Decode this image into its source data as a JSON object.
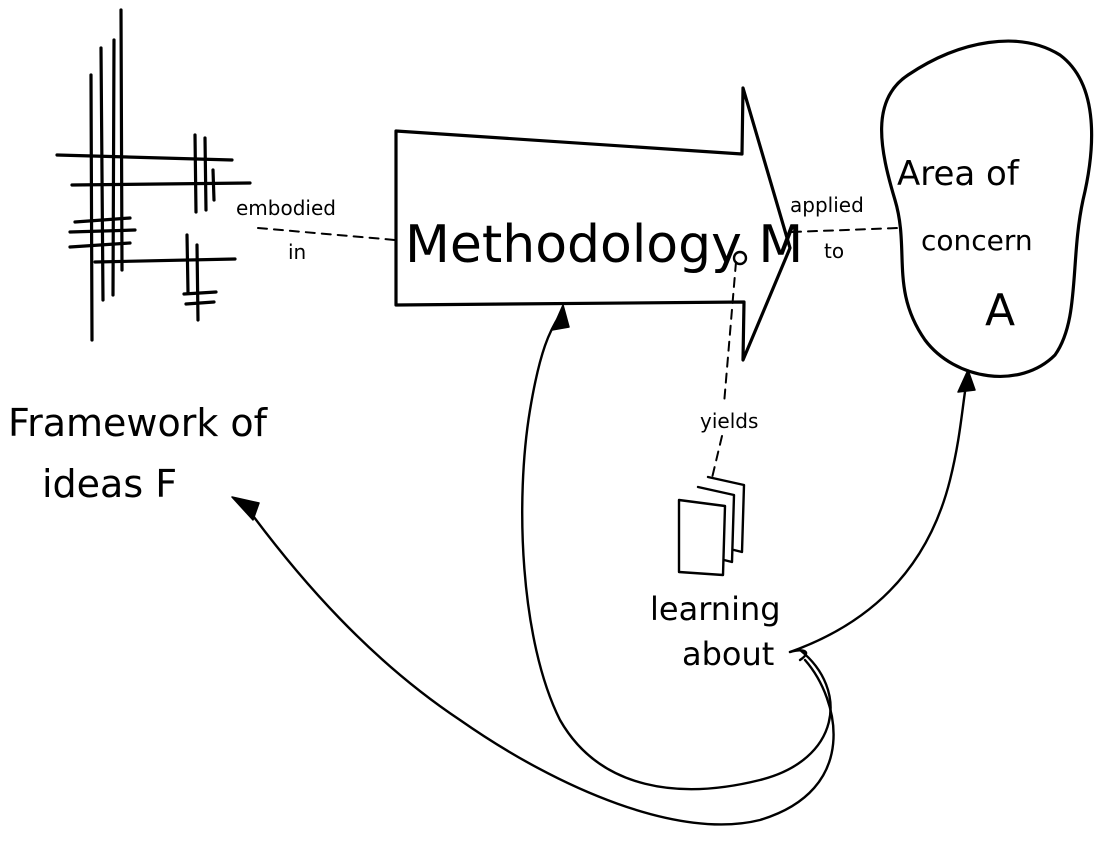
{
  "framework": {
    "line1": "Framework of",
    "line2": "ideas F"
  },
  "methodology": {
    "label": "Methodology M"
  },
  "area": {
    "line1": "Area of",
    "line2": "concern",
    "line3": "A"
  },
  "relations": {
    "embodied": "embodied",
    "in": "in",
    "applied": "applied",
    "to": "to",
    "yields": "yields"
  },
  "learning": {
    "line1": "learning",
    "line2": "about"
  }
}
